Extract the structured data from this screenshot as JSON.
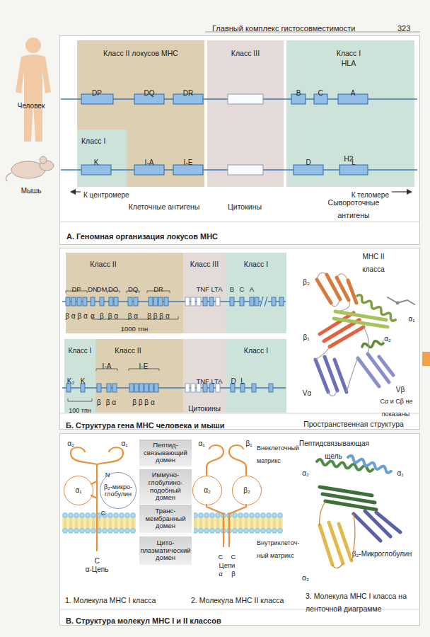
{
  "diagram": {
    "title": "Главный комплекс гистосовместимости",
    "nodes": [
      {
        "text": [
          "А. Геномная организация локусов МНС"
        ]
      },
      {
        "text": [
          "Класс II локусов МНС"
        ],
        "in": 0
      },
      {
        "text": [
          "Класс I"
        ],
        "in": 1
      },
      {
        "text": [
          "Класс III"
        ],
        "in": 0
      },
      {
        "text": [
          "Класс I",
          "HLA",
          "H2"
        ],
        "in": 0
      },
      {
        "text": [
          "Б. Структура гена МНС человека и мыши"
        ]
      },
      {
        "text": [
          "Класс II"
        ],
        "in": 5
      },
      {
        "text": [
          "Класс III"
        ],
        "in": 5
      },
      {
        "text": [
          "Класс I"
        ],
        "in": 5
      },
      {
        "text": [
          "Класс I"
        ],
        "in": 5
      },
      {
        "text": [
          "Класс II"
        ],
        "in": 5
      },
      {
        "text": [
          "Цитокины"
        ],
        "in": 5
      },
      {
        "text": [
          "Класс I"
        ],
        "in": 5
      },
      {
        "text": [
          "В. Структура молекул МНС I и II классов"
        ]
      },
      {
        "text": [
          "Пептид- связывающий домен"
        ],
        "in": 13
      },
      {
        "text": [
          "Иммуно- глобулино- подобный домен"
        ],
        "in": 13
      },
      {
        "text": [
          "Транс- мембранный домен"
        ],
        "in": 13
      },
      {
        "text": [
          "Цито- плазматический домен"
        ],
        "in": 13
      },
      {
        "text": [
          "α₁"
        ],
        "in": 13
      },
      {
        "text": [
          "β₂-микро- глобулин"
        ],
        "in": 13
      },
      {
        "text": [
          "α₂"
        ],
        "in": 13
      },
      {
        "text": [
          "β₂"
        ],
        "in": 13
      }
    ],
    "labels": [
      "323",
      "Человек",
      "DP",
      "DQ",
      "DR",
      "B",
      "C",
      "A",
      "Мышь",
      "K",
      "I-A",
      "I-E",
      "D",
      "L",
      "К центромере",
      "К теломере",
      "Клеточные антигены",
      "Цитокины",
      "Сывороточные антигены",
      "DP",
      "DN",
      "DM",
      "DO",
      "DQ",
      "DR",
      "TNF LTA",
      "B",
      "C",
      "A",
      "β α β α",
      "α",
      "β",
      "β α",
      "β α",
      "β β β α",
      "1000 тпн",
      "K₂",
      "K",
      "I-A",
      "I-E",
      "TNF LTA",
      "D",
      "L",
      "β",
      "β α",
      "β β β α",
      "100 тпн",
      "МНС II класса",
      "β₂",
      "α₁",
      "β₁",
      "α₂",
      "Vα",
      "Vβ",
      "Cα и Cβ не показаны",
      "Пространственная структура",
      "α₂",
      "α₁",
      "N",
      "C",
      "C",
      "α-Цепь",
      "1. Молекула МНС I класса",
      "α₁",
      "β₁",
      "Внеклеточный матрикс",
      "Внутриклеточ- ный матрикс",
      "C",
      "C",
      "Цепи",
      "α",
      "β",
      "2. Молекула МНС II класса",
      "Пептидсвязывающая щель",
      "α₂",
      "α₁",
      "β₂-Микроглобулин",
      "α₃",
      "3. Молекула МНС I класса на ленточной диаграмме"
    ]
  }
}
